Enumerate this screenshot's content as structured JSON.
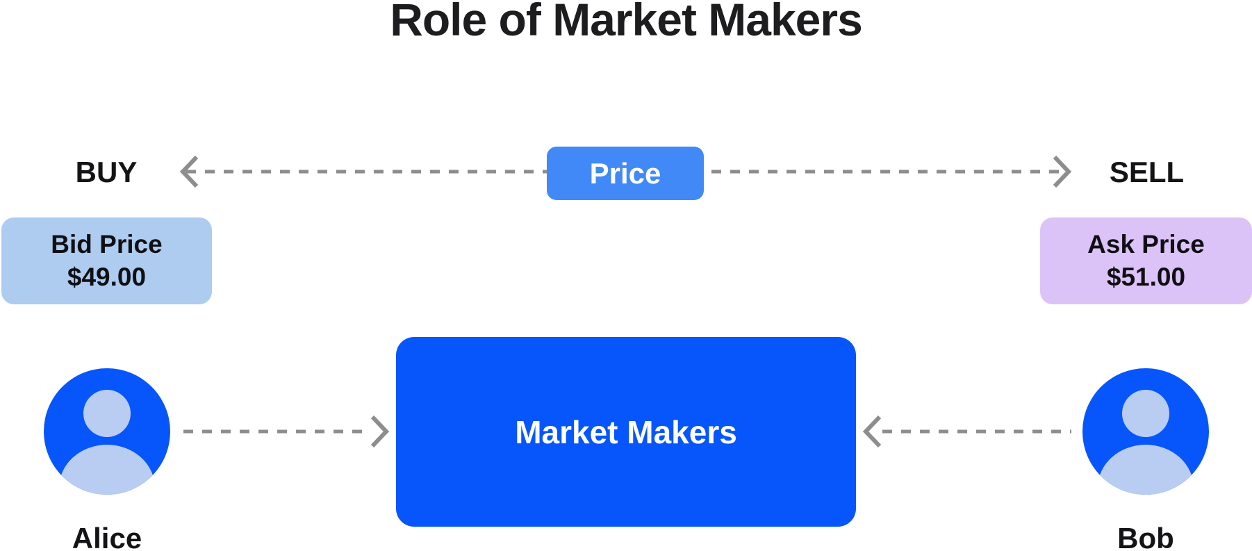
{
  "title": "Role of Market Makers",
  "colors": {
    "market_maker_blue": "#0656fc",
    "price_badge_blue": "#4189f7",
    "bid_card_bg": "#aecbf0",
    "ask_card_bg": "#dcc3f7",
    "avatar_light_blue": "#b9cdf2",
    "arrow_gray": "#8d8d8d",
    "text_dark": "#1d1d1f"
  },
  "price_axis": {
    "buy_label": "BUY",
    "sell_label": "SELL",
    "price_badge": "Price"
  },
  "quotes": {
    "bid": {
      "label": "Bid Price",
      "value": "$49.00"
    },
    "ask": {
      "label": "Ask Price",
      "value": "$51.00"
    }
  },
  "market_makers_label": "Market Makers",
  "participants": {
    "buyer": {
      "name": "Alice"
    },
    "seller": {
      "name": "Bob"
    }
  },
  "icons": {
    "buyer_avatar": "person-icon",
    "seller_avatar": "person-icon",
    "axis_left_end": "chevron-left-icon",
    "axis_right_end": "chevron-right-icon"
  }
}
